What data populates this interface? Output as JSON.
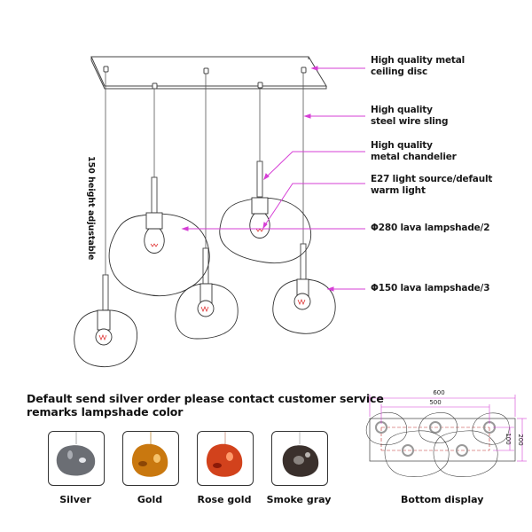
{
  "callouts": [
    {
      "id": "ceiling-disc",
      "lines": [
        "High quality metal",
        "ceiling disc"
      ]
    },
    {
      "id": "wire-sling",
      "lines": [
        "High quality",
        "steel wire sling"
      ]
    },
    {
      "id": "chandelier",
      "lines": [
        "High quality",
        "metal chandelier"
      ]
    },
    {
      "id": "light-source",
      "lines": [
        "E27 light source/default",
        "warm light"
      ]
    },
    {
      "id": "lampshade-280",
      "lines": [
        "Φ280 lava lampshade/2"
      ]
    },
    {
      "id": "lampshade-150",
      "lines": [
        "Φ150 lava lampshade/3"
      ]
    }
  ],
  "height_label": "150 height adjustable",
  "notice": {
    "line1": "Default send silver order please contact customer service",
    "line2": "remarks lampshade color"
  },
  "colors": [
    {
      "name": "Silver",
      "hex": "#6b6e74"
    },
    {
      "name": "Gold",
      "hex": "#c9780f"
    },
    {
      "name": "Rose gold",
      "hex": "#d2421c"
    },
    {
      "name": "Smoke gray",
      "hex": "#3a302c"
    }
  ],
  "bottom_display": {
    "title": "Bottom display",
    "dimensions": {
      "overall_length": "600",
      "inner_length": "500",
      "inner_width": "100",
      "overall_width": "200"
    }
  },
  "accent_color": "#d63fd6"
}
